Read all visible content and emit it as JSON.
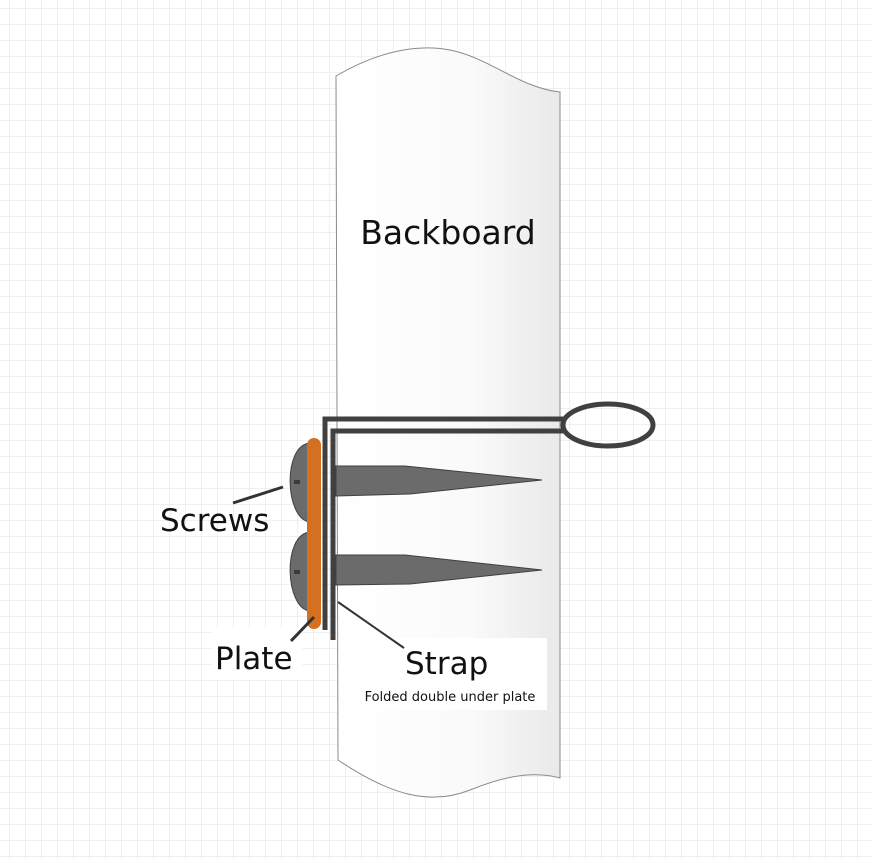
{
  "labels": {
    "backboard": "Backboard",
    "screws": "Screws",
    "plate": "Plate",
    "strap": "Strap",
    "strap_note": "Folded double under plate"
  },
  "colors": {
    "plate": "#d4701f",
    "strap": "#404040",
    "screw": "#6b6b6b",
    "grid": "#e2e2e2"
  }
}
